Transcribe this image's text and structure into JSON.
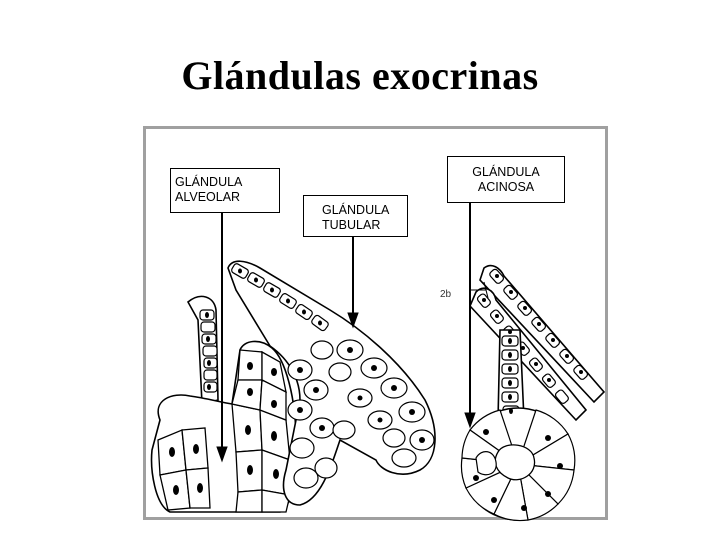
{
  "slide": {
    "title": "Glándulas exocrinas"
  },
  "labels": {
    "alveolar": [
      "GLÁNDULA",
      "ALVEOLAR"
    ],
    "acinosa": [
      "GLÁNDULA",
      "ACINOSA"
    ],
    "tubular": [
      "GLÁNDULA",
      "TUBULAR"
    ]
  },
  "figure": {
    "marker": "2b",
    "colors": {
      "frame_border": "#a0a0a0",
      "ink": "#000000",
      "cell_fill": "#ffffff"
    }
  }
}
